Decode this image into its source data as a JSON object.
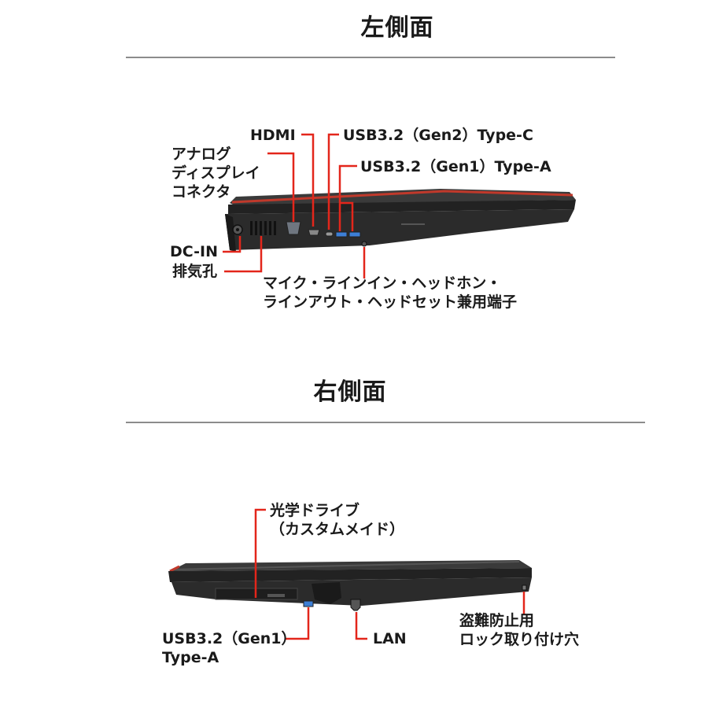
{
  "left": {
    "title": "左側面",
    "labels": {
      "analog": "アナログ\nディスプレイ\nコネクタ",
      "hdmi": "HDMI",
      "usbc": "USB3.2（Gen2）Type-C",
      "usba": "USB3.2（Gen1）Type-A",
      "dcin": "DC-IN",
      "vent": "排気孔",
      "audio": "マイク・ラインイン・ヘッドホン・\nラインアウト・ヘッドセット兼用端子"
    }
  },
  "right": {
    "title": "右側面",
    "labels": {
      "optical": "光学ドライブ\n（カスタムメイド）",
      "usba": "USB3.2（Gen1）\nType-A",
      "lan": "LAN",
      "lock": "盗難防止用\nロック取り付け穴"
    }
  },
  "colors": {
    "accent": "#e3261b",
    "body": "#2b2b2b",
    "trim": "#c0392b",
    "rule": "#8c8c8c"
  }
}
